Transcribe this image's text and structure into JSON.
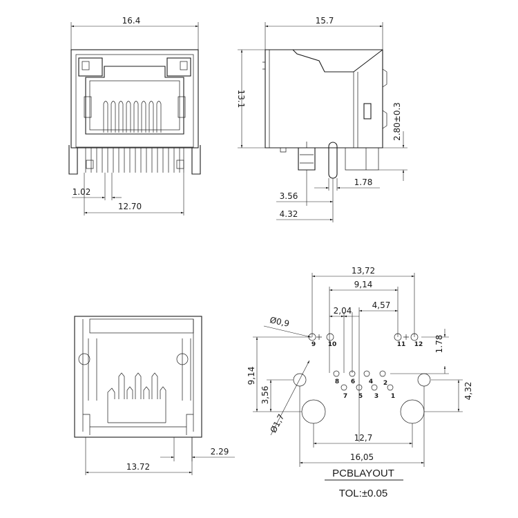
{
  "front_view": {
    "dims": {
      "width": "16.4",
      "pin_pitch": "1.02",
      "pin_span": "12.70"
    }
  },
  "side_view": {
    "dims": {
      "depth": "15.7",
      "height": "13.1",
      "peg_height": "2.80±0.3",
      "slot_offset": "1.78",
      "peg_a": "3.56",
      "peg_b": "4.32"
    }
  },
  "rear_view": {
    "dims": {
      "body_width": "13.72",
      "foot": "2.29"
    }
  },
  "pcb_layout": {
    "title": "PCBLAYOUT",
    "tolerance": "TOL:±0.05",
    "dims": {
      "total_span": "13,72",
      "led_span": "9,14",
      "row_offset": "2,04",
      "half_span": "4,57",
      "led_hole_dia": "Ø0,9",
      "big_hole_dia": "Ø1,7",
      "row_spacing": "1.78",
      "left_height": "9,14",
      "left_low": "3,56",
      "right_height": "4,32",
      "peg_spacing": "12,7",
      "outer_spacing": "16,05"
    },
    "pins": [
      "1",
      "2",
      "3",
      "4",
      "5",
      "6",
      "7",
      "8",
      "9",
      "10",
      "11",
      "12"
    ]
  }
}
